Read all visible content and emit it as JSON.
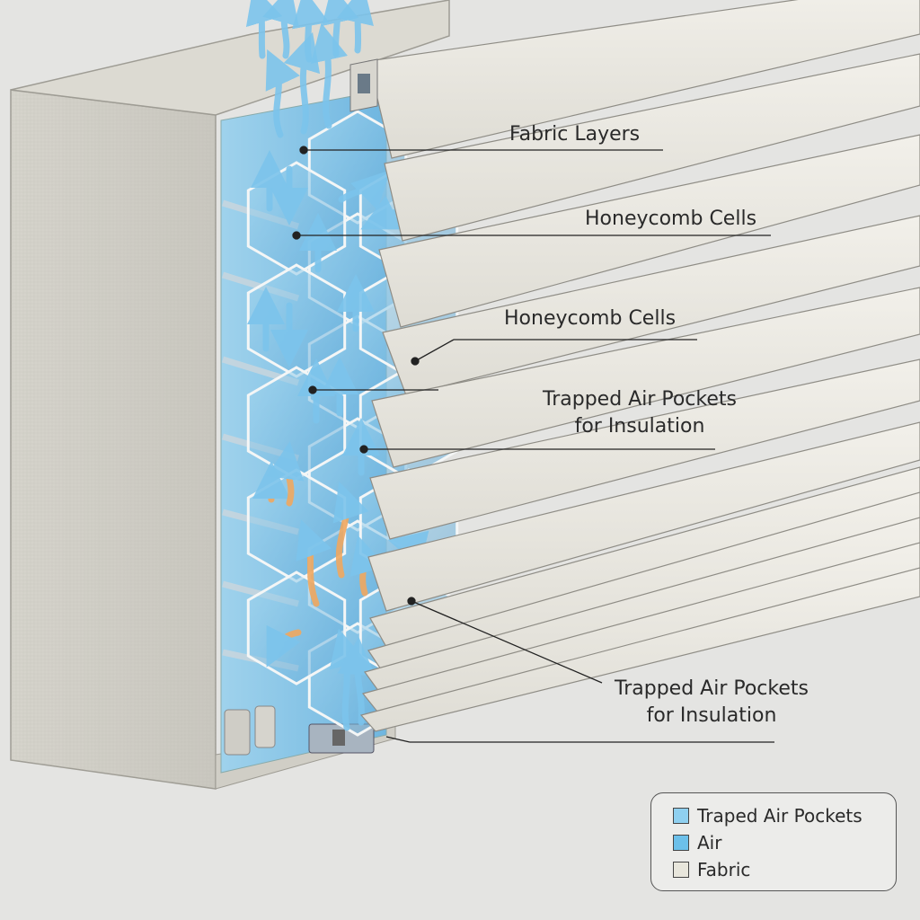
{
  "labels": {
    "fabric_layers": "Fabric Layers",
    "honeycomb_cells_1": "Honeycomb Cells",
    "honeycomb_cells_2": "Honeycomb Cells",
    "trapped_air_1_line1": "Trapped Air Pockets",
    "trapped_air_1_line2": "for Insulation",
    "trapped_air_2_line1": "Trapped Air Pockets",
    "trapped_air_2_line2": "for Insulation"
  },
  "legend": {
    "items": [
      {
        "label": "Traped Air Pockets",
        "color": "#8fd0f0"
      },
      {
        "label": "Air",
        "color": "#6cc0ea"
      },
      {
        "label": "Fabric",
        "color": "#e8e6dc"
      }
    ]
  },
  "colors": {
    "air_arrow": "#7cc4ec",
    "warm_air_arrow": "#f0a860",
    "cell_fill": "#8ccbeb",
    "fabric": "#eeece6",
    "frame": "#d4d2ca",
    "background": "#e4e4e2"
  }
}
